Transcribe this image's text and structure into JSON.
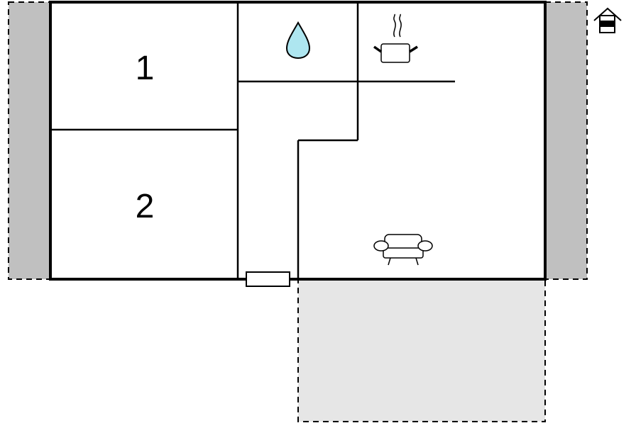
{
  "floorplan": {
    "rooms": [
      {
        "id": "bedroom-1",
        "label": "1"
      },
      {
        "id": "bedroom-2",
        "label": "2"
      }
    ],
    "icons": [
      {
        "name": "water-drop-icon",
        "room": "bathroom"
      },
      {
        "name": "cooking-pot-icon",
        "room": "kitchen"
      },
      {
        "name": "sofa-icon",
        "room": "living-room"
      },
      {
        "name": "house-floor-icon",
        "meaning": "floor indicator"
      }
    ],
    "colors": {
      "wall": "#000000",
      "side_terrace": "#c0c0c0",
      "front_terrace": "#e6e6e6",
      "water": "#aee6f0",
      "background": "#ffffff"
    }
  }
}
